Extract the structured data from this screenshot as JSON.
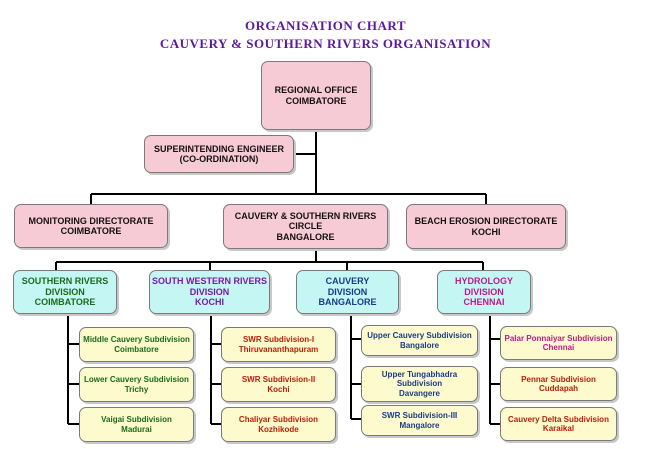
{
  "title_line1": "ORGANISATION CHART",
  "title_line2": "CAUVERY & SOUTHERN RIVERS ORGANISATION",
  "colors": {
    "title": "#5a1a9a",
    "pink_box": "#f7cbd6",
    "cyan_box": "#c4f7f4",
    "yellow_box": "#fdfacd",
    "green_text": "#1a6b1a",
    "purple_text": "#7a1aa8",
    "blue_text": "#1a3a8c",
    "magenta_text": "#c0188c",
    "red_text": "#b8200a"
  },
  "regional_office": {
    "l1": "REGIONAL OFFICE",
    "l2": "COIMBATORE"
  },
  "superintending_engineer": {
    "l1": "SUPERINTENDING ENGINEER",
    "l2": "(CO-ORDINATION)"
  },
  "monitoring_directorate": {
    "l1": "MONITORING DIRECTORATE",
    "l2": "COIMBATORE"
  },
  "circle": {
    "l1": "CAUVERY & SOUTHERN RIVERS",
    "l2": "CIRCLE",
    "l3": "BANGALORE"
  },
  "beach_erosion": {
    "l1": "BEACH EROSION DIRECTORATE",
    "l2": "KOCHI"
  },
  "divisions": [
    {
      "l1": "SOUTHERN RIVERS",
      "l2": "DIVISION",
      "l3": "COIMBATORE",
      "subdivisions": [
        {
          "l1": "Middle Cauvery Subdivision",
          "l2": "Coimbatore"
        },
        {
          "l1": "Lower Cauvery Subdivision",
          "l2": "Trichy"
        },
        {
          "l1": "Vaigai Subdivision",
          "l2": "Madurai"
        }
      ]
    },
    {
      "l1": "SOUTH WESTERN RIVERS",
      "l2": "DIVISION",
      "l3": "KOCHI",
      "subdivisions": [
        {
          "l1": "SWR Subdivision-I",
          "l2": "Thiruvananthapuram"
        },
        {
          "l1": "SWR Subdivision-II",
          "l2": "Kochi"
        },
        {
          "l1": "Chaliyar Subdivision",
          "l2": "Kozhikode"
        }
      ]
    },
    {
      "l1": "CAUVERY",
      "l2": "DIVISION",
      "l3": "BANGALORE",
      "subdivisions": [
        {
          "l1": "Upper Cauvery Subdivision",
          "l2": "Bangalore"
        },
        {
          "l1": "Upper Tungabhadra",
          "l2": "Subdivision",
          "l3": "Davangere"
        },
        {
          "l1": "SWR Subdivision-III",
          "l2": "Mangalore"
        }
      ]
    },
    {
      "l1": "HYDROLOGY",
      "l2": "DIVISION",
      "l3": "CHENNAI",
      "subdivisions": [
        {
          "l1": "Palar Ponnaiyar Subdivision",
          "l2": "Chennai"
        },
        {
          "l1": "Pennar Subdivision",
          "l2": "Cuddapah"
        },
        {
          "l1": "Cauvery Delta Subdivision",
          "l2": "Karaikal"
        }
      ]
    }
  ]
}
